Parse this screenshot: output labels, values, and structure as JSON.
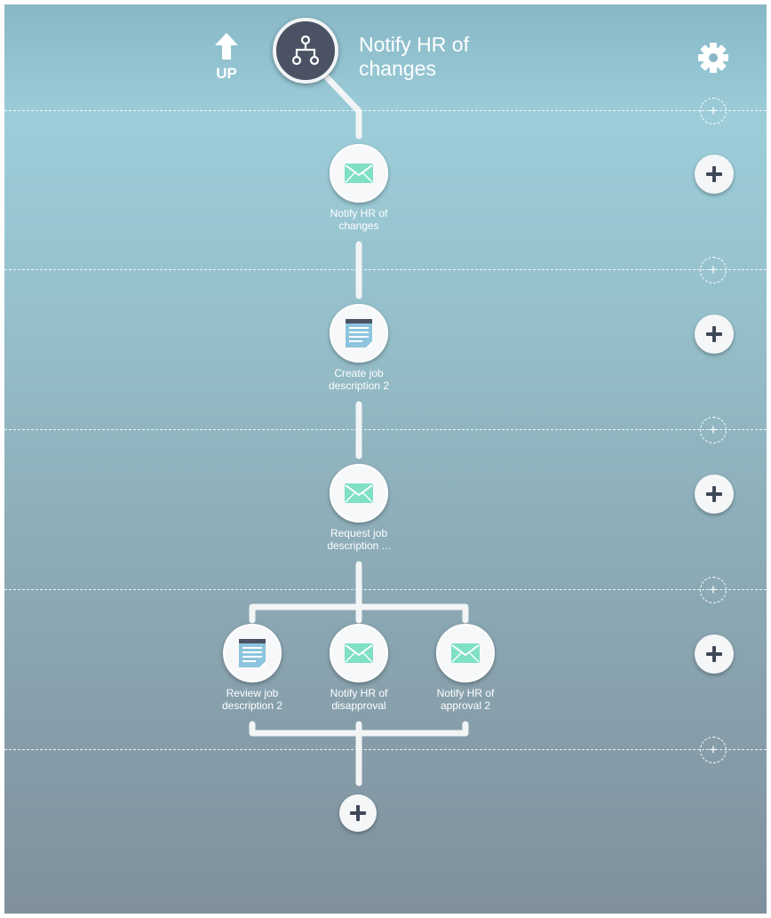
{
  "header": {
    "up_label": "UP",
    "title": "Notify HR of changes"
  },
  "rows": [
    {
      "nodes": [
        {
          "label": "Notify HR of changes",
          "icon": "email-icon"
        }
      ]
    },
    {
      "nodes": [
        {
          "label": "Create job description 2",
          "icon": "form-icon"
        }
      ]
    },
    {
      "nodes": [
        {
          "label": "Request job description ...",
          "icon": "email-icon"
        }
      ]
    },
    {
      "nodes": [
        {
          "label": "Review job description 2",
          "icon": "form-icon"
        },
        {
          "label": "Notify HR of disapproval",
          "icon": "email-icon"
        },
        {
          "label": "Notify HR of approval 2",
          "icon": "email-icon"
        }
      ]
    }
  ],
  "insert_symbol": "+",
  "colors": {
    "root_node": "#4a5263",
    "envelope": "#7fe0c4",
    "form_header": "#4a5263",
    "form_body": "#8cc4dd",
    "connector": "#f2f4f6"
  }
}
